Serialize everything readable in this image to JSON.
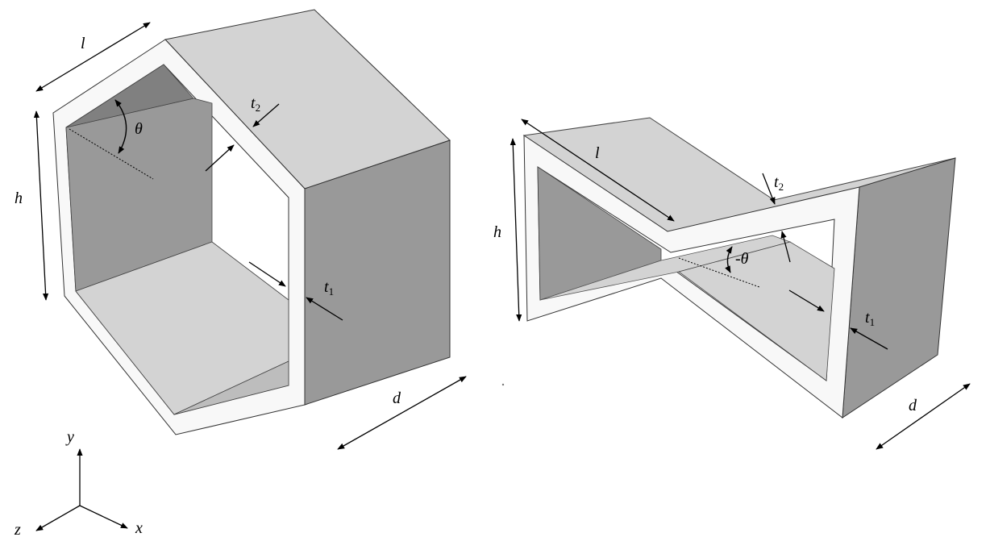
{
  "colors": {
    "light_face": "#d3d3d3",
    "mid_face": "#999999",
    "dark_face": "#808080",
    "wall": "#f8f8f8",
    "edge": "#333333",
    "arrow": "#000000",
    "background": "#ffffff"
  },
  "hexagon_cell": {
    "label_l": "l",
    "label_h": "h",
    "label_d": "d",
    "label_theta": "θ",
    "label_t1_main": "t",
    "label_t1_sub": "1",
    "label_t2_main": "t",
    "label_t2_sub": "2"
  },
  "reentrant_cell": {
    "label_l": "l",
    "label_h": "h",
    "label_d": "d",
    "label_theta": "-θ",
    "label_t1_main": "t",
    "label_t1_sub": "1",
    "label_t2_main": "t",
    "label_t2_sub": "2"
  },
  "axes": {
    "label_x": "x",
    "label_y": "y",
    "label_z": "z"
  }
}
